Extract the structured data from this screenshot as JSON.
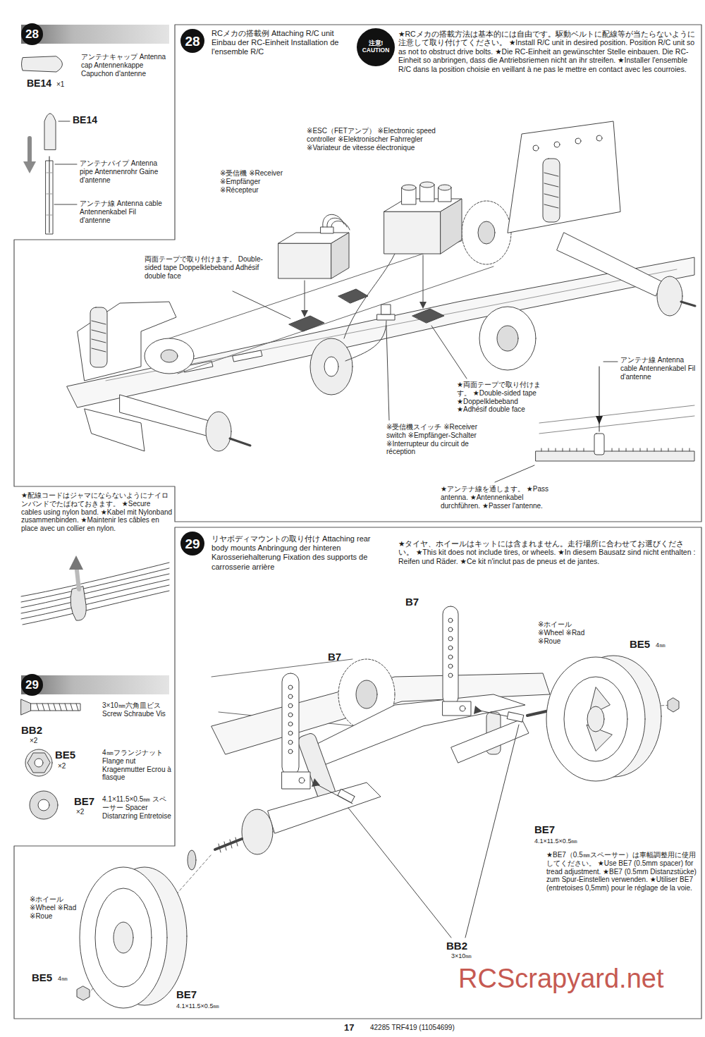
{
  "diagram": {
    "nodes": [
      {
        "text": [
          "28"
        ]
      },
      {
        "text": [
          "28",
          "RCメカの搭載例 Attaching R/C unit Einbau der RC-Einheit Installation de l'ensemble R/C"
        ]
      },
      {
        "text": [
          "注意! CAUTION"
        ],
        "in": 1
      },
      {
        "text": [
          "29"
        ]
      },
      {
        "text": [
          "29",
          "リヤボディマウントの取り付け Attaching rear body mounts Anbringung der hinteren Karosseriehalterung Fixation des supports de carrosserie arrière"
        ]
      }
    ],
    "labels": [
      "アンテナキャップ Antenna cap Antennenkappe Capuchon d'antenne",
      "BE14",
      "×1",
      "BE14",
      "アンテナパイプ Antenna pipe Antennenrohr Gaine d'antenne",
      "アンテナ線 Antenna cable Antennenkabel Fil d'antenne",
      "★配線コードはジャマにならないようにナイロンバンドでたばねておきます。 ★Secure cables using nylon band. ★Kabel mit Nylonband zusammenbinden. ★Maintenir les câbles en place avec un collier en nylon.",
      "3×10㎜六角皿ビス Screw Schraube Vis",
      "BB2",
      "×2",
      "4㎜フランジナット Flange nut Kragenmutter Ecrou à flasque",
      "BE5",
      "×2",
      "4.1×11.5×0.5㎜ スペーサー Spacer Distanzring Entretoise",
      "BE7",
      "×2",
      "★RCメカの搭載方法は基本的には自由です。駆動ベルトに配線等が当たらないように注意して取り付けてください。 ★Install R/C unit in desired position. Position R/C unit so as not to obstruct drive bolts. ★Die RC-Einheit an gewünschter Stelle einbauen. Die RC-Einheit so anbringen, dass die Antriebsriemen nicht an ihr streifen. ★Installer l'ensemble R/C dans la position choisie en veillant à ne pas le mettre en contact avec les courroies.",
      "※ESC（FETアンプ） ※Electronic speed controller ※Elektronischer Fahrregler ※Variateur de vitesse électronique",
      "※受信機 ※Receiver ※Empfänger ※Récepteur",
      "両面テープで取り付けます。 Double-sided tape Doppelklebeband Adhésif double face",
      "★両面テープで取り付けます。 ★Double-sided tape ★Doppelklebeband ★Adhésif double face",
      "※受信機スイッチ ※Receiver switch ※Empfänger-Schalter ※Interrupteur du circuit de réception",
      "アンテナ線 Antenna cable Antennenkabel Fil d'antenne",
      "★アンテナ線を通します。 ★Pass antenna. ★Antennenkabel durchführen. ★Passer l'antenne.",
      "★タイヤ、ホイールはキットには含まれません。走行場所に合わせてお選びください。 ★This kit does not include tires, or wheels. ★In diesem Bausatz sind nicht enthalten : Reifen und Räder. ★Ce kit n'inclut pas de pneus et de jantes.",
      "B7",
      "B7",
      "※ホイール ※Wheel ※Rad ※Roue",
      "BE5",
      "4㎜",
      "BE7",
      "4.1×11.5×0.5㎜",
      "★BE7（0.5㎜スペーサー）は車幅調整用に使用してください。 ★Use BE7 (0.5mm spacer) for tread adjustment. ★BE7 (0.5mm Distanzstücke) zum Spur-Einstellen verwenden. ★Utiliser BE7 (entretoises 0,5mm) pour le réglage de la voie.",
      "BB2",
      "3×10㎜",
      "※ホイール ※Wheel ※Rad ※Roue",
      "BE5",
      "4㎜",
      "BE7",
      "4.1×11.5×0.5㎜",
      "17",
      "42285 TRF419 (11054699)",
      "RCScrapyard.net"
    ]
  }
}
